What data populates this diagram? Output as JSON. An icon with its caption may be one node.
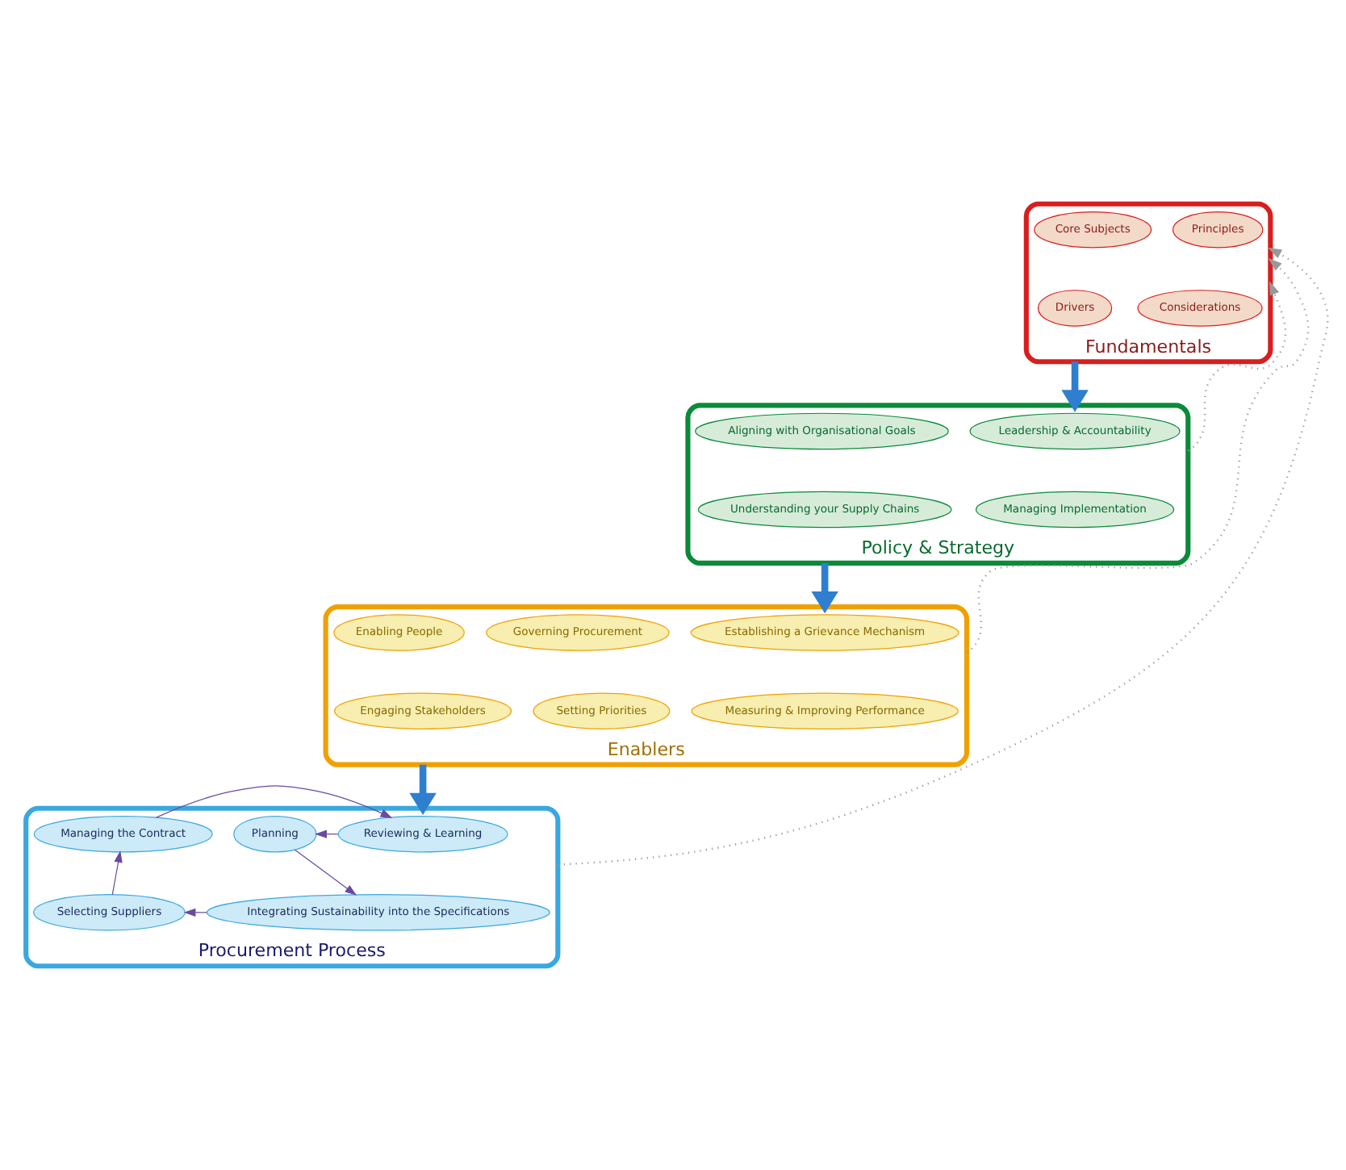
{
  "diagram": {
    "nodes": [
      {
        "text": [
          "Fundamentals"
        ]
      },
      {
        "text": [
          "Principles"
        ],
        "in": 0
      },
      {
        "text": [
          "Core Subjects"
        ],
        "in": 0
      },
      {
        "text": [
          "Considerations"
        ],
        "in": 0
      },
      {
        "text": [
          "Drivers"
        ],
        "in": 0
      },
      {
        "text": [
          "Policy & Strategy"
        ]
      },
      {
        "text": [
          "Leadership & Accountability"
        ],
        "in": 5
      },
      {
        "text": [
          "Aligning with Organisational Goals"
        ],
        "in": 5
      },
      {
        "text": [
          "Managing Implementation"
        ],
        "in": 5
      },
      {
        "text": [
          "Understanding your Supply Chains"
        ],
        "in": 5
      },
      {
        "text": [
          "Enablers"
        ]
      },
      {
        "text": [
          "Establishing a Grievance Mechanism"
        ],
        "in": 10
      },
      {
        "text": [
          "Governing Procurement"
        ],
        "in": 10
      },
      {
        "text": [
          "Enabling People"
        ],
        "in": 10
      },
      {
        "text": [
          "Measuring & Improving Performance"
        ],
        "in": 10
      },
      {
        "text": [
          "Setting Priorities"
        ],
        "in": 10
      },
      {
        "text": [
          "Engaging Stakeholders"
        ],
        "in": 10
      },
      {
        "text": [
          "Procurement Process"
        ]
      },
      {
        "text": [
          "Reviewing & Learning"
        ],
        "in": 17
      },
      {
        "text": [
          "Planning"
        ],
        "in": 17
      },
      {
        "text": [
          "Managing the Contract"
        ],
        "in": 17
      },
      {
        "text": [
          "Integrating Sustainability into the Specifications"
        ],
        "in": 17
      },
      {
        "text": [
          "Selecting Suppliers"
        ],
        "in": 17
      }
    ],
    "edges": [
      {
        "from": 0,
        "to": 5,
        "arrow": "to",
        "style": "thick",
        "color": "#2f7fd0"
      },
      {
        "from": 5,
        "to": 10,
        "arrow": "to",
        "style": "thick",
        "color": "#2f7fd0"
      },
      {
        "from": 10,
        "to": 17,
        "arrow": "to",
        "style": "thick",
        "color": "#2f7fd0"
      },
      {
        "from": 19,
        "to": 21,
        "arrow": "to"
      },
      {
        "from": 21,
        "to": 22,
        "arrow": "to"
      },
      {
        "from": 22,
        "to": 20,
        "arrow": "to"
      },
      {
        "from": 20,
        "to": 18,
        "arrow": "to"
      },
      {
        "from": 18,
        "to": 19,
        "arrow": "to"
      },
      {
        "from": 17,
        "to": 0,
        "arrow": "to",
        "style": "dashed",
        "color": "#999999"
      },
      {
        "from": 10,
        "to": 0,
        "arrow": "to",
        "style": "dashed",
        "color": "#999999"
      },
      {
        "from": 5,
        "to": 0,
        "arrow": "to",
        "style": "dashed",
        "color": "#999999"
      }
    ]
  }
}
